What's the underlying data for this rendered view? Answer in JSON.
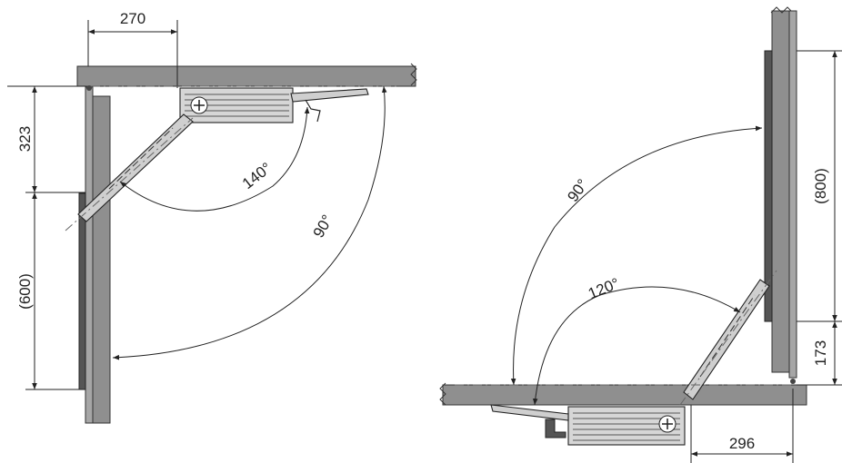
{
  "left_view": {
    "dim_top_width": "270",
    "dim_upper_height": "323",
    "dim_door_height": "(600)",
    "angle_inner": "140°",
    "angle_outer": "90°"
  },
  "right_view": {
    "dim_door_height": "(800)",
    "dim_lower_height": "173",
    "dim_bottom_width": "296",
    "angle_outer": "90°",
    "angle_inner": "120°"
  }
}
